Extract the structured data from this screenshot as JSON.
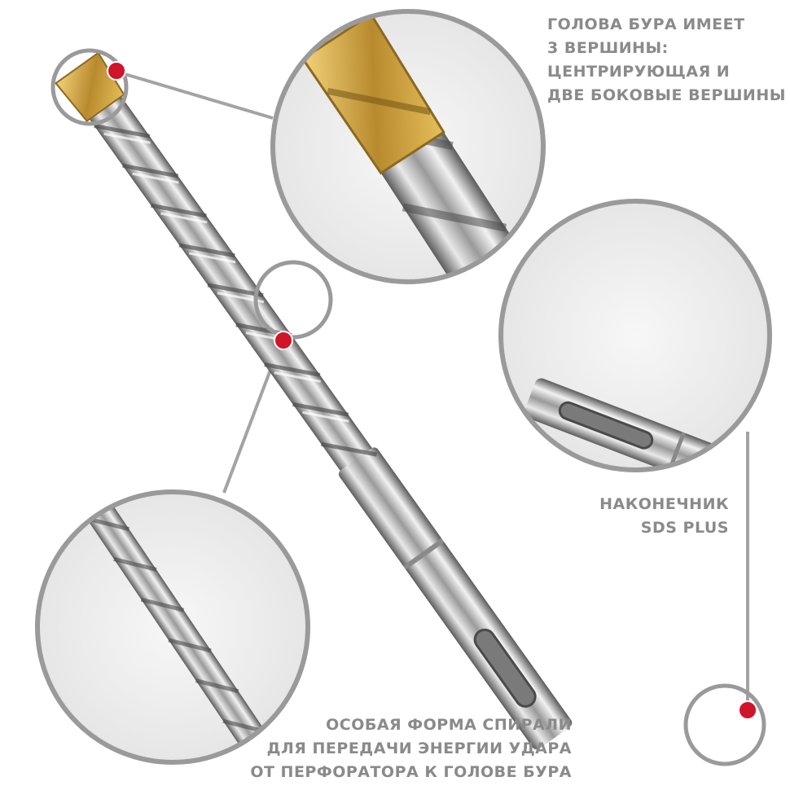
{
  "captions": {
    "head": {
      "lines": [
        "ГОЛОВА БУРА ИМЕЕТ",
        "3 ВЕРШИНЫ:",
        "ЦЕНТРИРУЮЩАЯ И",
        "ДВЕ БОКОВЫЕ ВЕРШИНЫ"
      ]
    },
    "shank": {
      "lines": [
        "НАКОНЕЧНИК",
        "SDS PLUS"
      ]
    },
    "spiral": {
      "lines": [
        "ОСОБАЯ ФОРМА СПИРАЛИ",
        "ДЛЯ ПЕРЕДАЧИ ЭНЕРГИИ УДАРА",
        "ОТ ПЕРФОРАТОРА К ГОЛОВЕ БУРА"
      ]
    }
  },
  "colors": {
    "caption_text": "#8a8a8a",
    "marker": "#d0142a",
    "ring": "#9a9a9a",
    "steel_light": "#e8e8e8",
    "steel_dark": "#6a6a6a",
    "carbide": "#c9a24a"
  }
}
